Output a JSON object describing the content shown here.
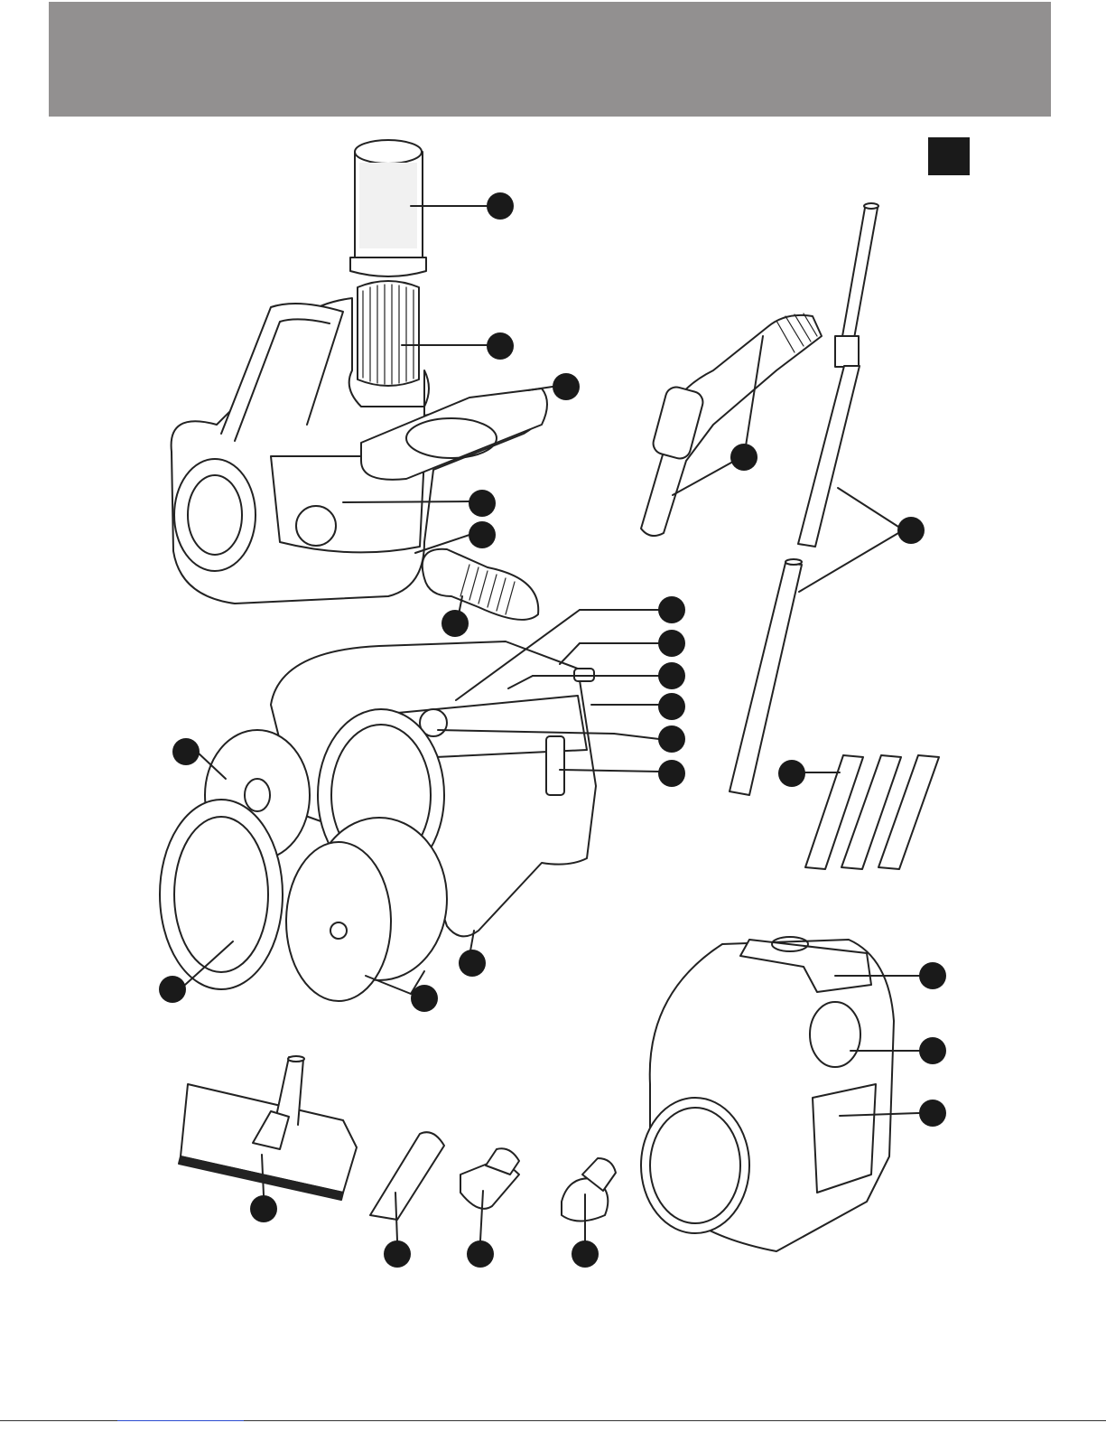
{
  "page": {
    "header_band_color": "#929090",
    "page_marker_color": "#1a1a1a",
    "callout_color": "#1a1a1a",
    "line_color": "#222222"
  },
  "illustrations": [
    "canister-vacuum-open-exploded",
    "hose-handle",
    "telescopic-tube",
    "extension-tubes",
    "vacuum-body-rear-with-filters",
    "vacuum-bag-model",
    "floor-nozzle",
    "crevice-tool",
    "upholstery-nozzle",
    "dusting-brush"
  ]
}
